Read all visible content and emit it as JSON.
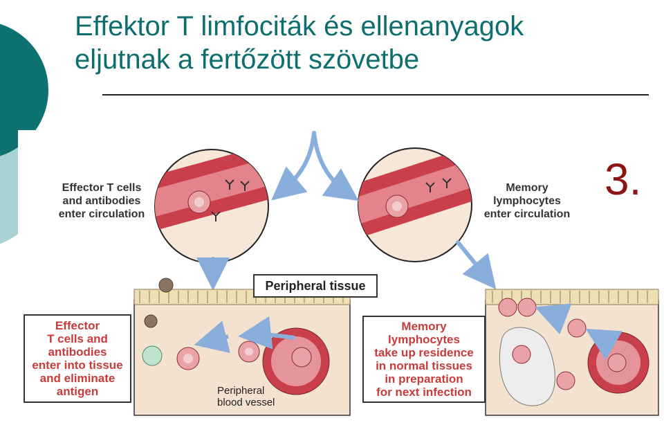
{
  "slide": {
    "title_line1": "Effektor T limfociták és ellenanyagok",
    "title_line2": "eljutnak a fertőzött szövetbe",
    "number": "3."
  },
  "diagram": {
    "label_left": [
      "Effector  T cells",
      "and antibodies",
      "enter circulation"
    ],
    "label_right": [
      "Memory",
      "lymphocytes",
      "enter circulation"
    ],
    "peripheral_tissue": "Peripheral tissue",
    "box_left": [
      "Effector",
      "T cells and",
      "antibodies",
      "enter into tissue",
      "and eliminate",
      "antigen"
    ],
    "box_right": [
      "Memory",
      "lymphocytes",
      "take up residence",
      "in normal tissues",
      "in preparation",
      "for next infection"
    ],
    "vessel_label": [
      "Peripheral",
      "blood vessel"
    ]
  },
  "colors": {
    "title": "#0e6e6e",
    "number": "#8b1515",
    "box_text": "#c83b3b",
    "arrow": "#8aaedc",
    "vessel": "#c9404a",
    "tissue": "#f3e2cf"
  }
}
